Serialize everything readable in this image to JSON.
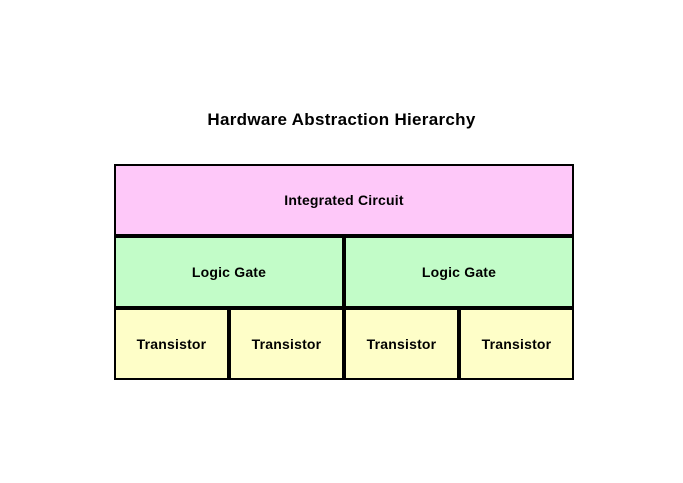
{
  "title": "Hardware Abstraction Hierarchy",
  "colors": {
    "integrated_circuit_fill": "#fec8f9",
    "logic_gate_fill": "#c2fcc8",
    "transistor_fill": "#fefec8",
    "border": "#000000",
    "text": "#000000",
    "background": "#ffffff"
  },
  "levels": [
    {
      "level": 1,
      "labels": [
        "Integrated Circuit"
      ]
    },
    {
      "level": 2,
      "labels": [
        "Logic Gate",
        "Logic Gate"
      ]
    },
    {
      "level": 3,
      "labels": [
        "Transistor",
        "Transistor",
        "Transistor",
        "Transistor"
      ]
    }
  ]
}
